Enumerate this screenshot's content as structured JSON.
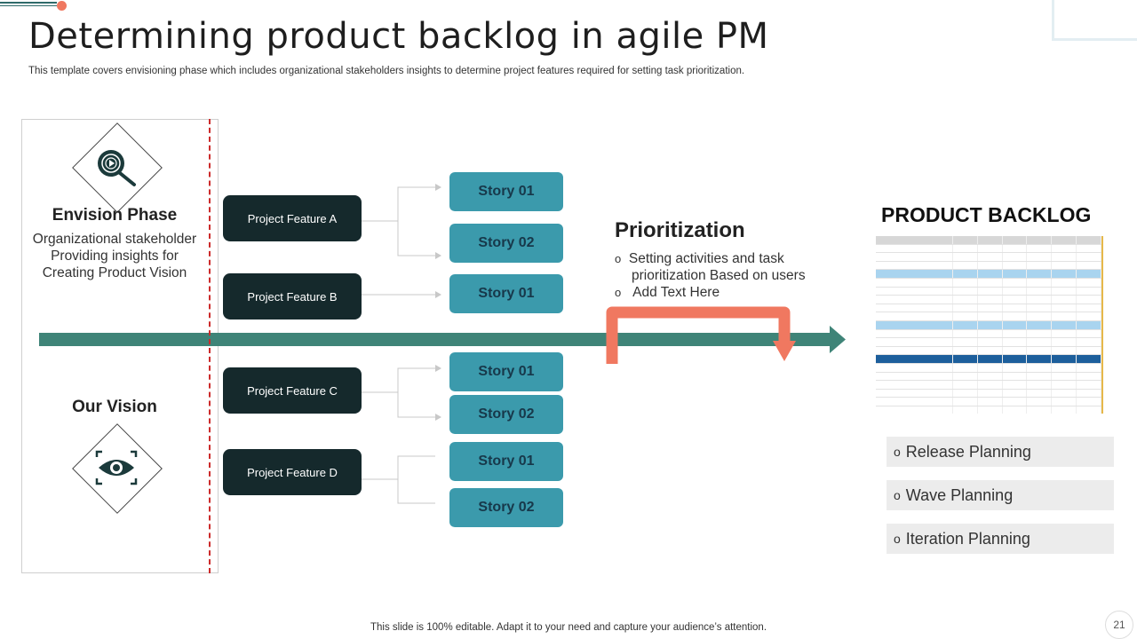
{
  "header": {
    "title": "Determining product backlog in agile PM",
    "subtitle": "This template covers envisioning phase which includes organizational stakeholders insights to determine project features required for setting task prioritization."
  },
  "left_panel": {
    "envision": {
      "heading": "Envision Phase",
      "lines": [
        "Organizational stakeholder",
        "Providing insights for",
        "Creating Product Vision"
      ],
      "icon": "target-search-icon"
    },
    "vision": {
      "heading": "Our Vision",
      "icon": "eye-focus-icon"
    }
  },
  "features": [
    {
      "label": "Project Feature A",
      "stories": [
        "Story 01",
        "Story 02"
      ]
    },
    {
      "label": "Project Feature B",
      "stories": [
        "Story 01"
      ]
    },
    {
      "label": "Project Feature C",
      "stories": [
        "Story 01",
        "Story 02"
      ]
    },
    {
      "label": "Project Feature D",
      "stories": [
        "Story 01",
        "Story 02"
      ]
    }
  ],
  "prioritization": {
    "title": "Prioritization",
    "items": [
      "Setting activities and task",
      "prioritization Based on users",
      "Add Text Here"
    ]
  },
  "backlog": {
    "title": "PRODUCT BACKLOG",
    "plans": [
      "Release Planning",
      "Wave Planning",
      "Iteration Planning"
    ]
  },
  "colors": {
    "feature": "#15292c",
    "story": "#3b9aac",
    "arrow": "#3f8478",
    "accent": "#f07860",
    "dashed": "#cc2b2b"
  },
  "footer": {
    "note": "This slide is 100% editable. Adapt it to your need and capture your audience’s attention.",
    "page": "21"
  }
}
